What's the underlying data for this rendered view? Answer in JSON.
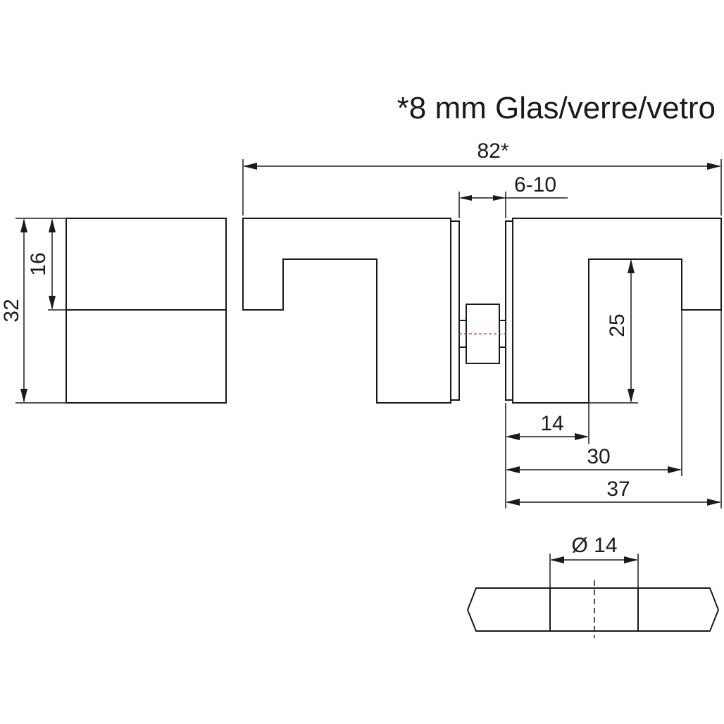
{
  "note": "*8 mm Glas/verre/vetro",
  "dimensions": {
    "overall_length": "82*",
    "glass_gap": "6-10",
    "total_height": "32",
    "half_height": "16",
    "slot_depth": "25",
    "dim_14": "14",
    "dim_30": "30",
    "dim_37": "37",
    "hole_diameter": "Ø 14"
  },
  "colors": {
    "line": "#1a1a1a",
    "glass_top": "#ffffff",
    "glass_mid": "#b8e6ee",
    "glass_bottom": "#6cc7d8",
    "centerline_red": "#e03030"
  }
}
